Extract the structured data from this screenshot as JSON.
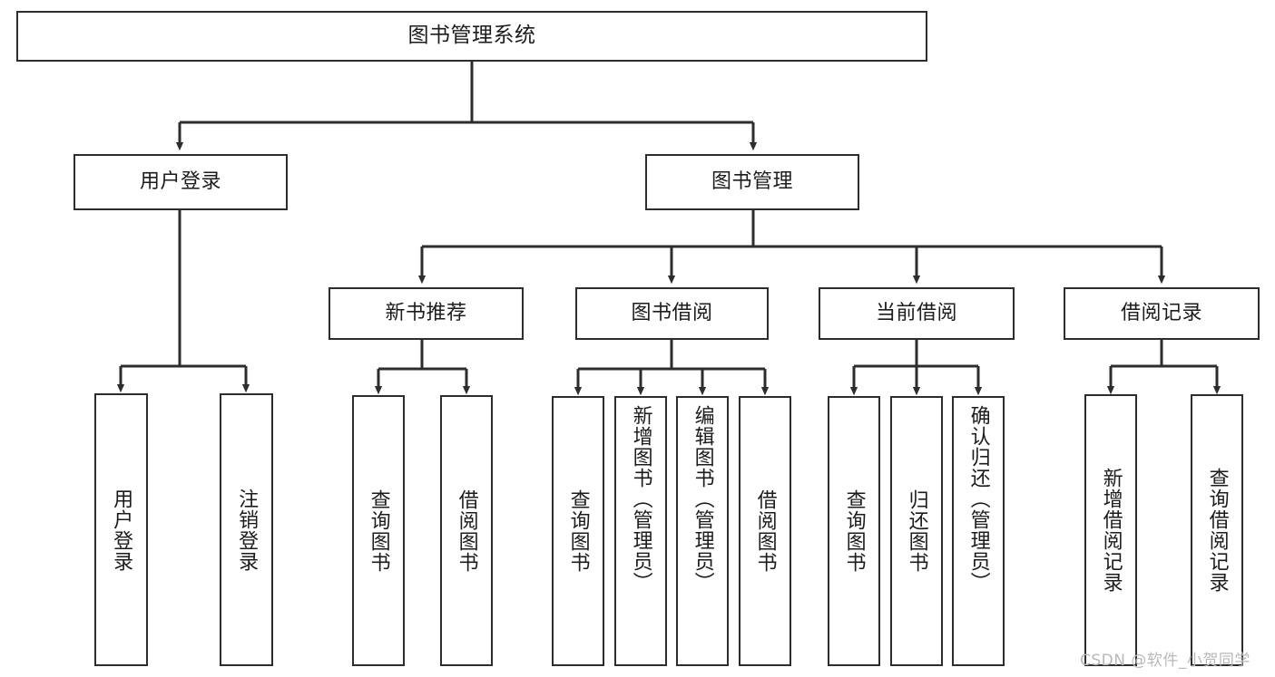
{
  "diagram": {
    "title": "图书管理系统",
    "type": "tree-hierarchy-chart",
    "colors": {
      "stroke": "#2d2d2d",
      "fill": "#ffffff",
      "text": "#1c1c1c",
      "watermark": "#b9b9b9"
    },
    "levels": {
      "root": {
        "label": "图书管理系统"
      },
      "level2": [
        {
          "label": "用户登录"
        },
        {
          "label": "图书管理"
        }
      ],
      "level3": [
        {
          "label": "新书推荐"
        },
        {
          "label": "图书借阅"
        },
        {
          "label": "当前借阅"
        },
        {
          "label": "借阅记录"
        }
      ],
      "leaves": {
        "user_login": [
          {
            "label": "用户登录"
          },
          {
            "label": "注销登录"
          }
        ],
        "new_book_recommend": [
          {
            "label": "查询图书"
          },
          {
            "label": "借阅图书"
          }
        ],
        "book_borrow": [
          {
            "label": "查询图书"
          },
          {
            "label": "新增图书（管理员）"
          },
          {
            "label": "编辑图书（管理员）"
          },
          {
            "label": "借阅图书"
          }
        ],
        "current_borrow": [
          {
            "label": "查询图书"
          },
          {
            "label": "归还图书"
          },
          {
            "label": "确认归还（管理员）"
          }
        ],
        "borrow_record": [
          {
            "label": "新增借阅记录"
          },
          {
            "label": "查询借阅记录"
          }
        ]
      }
    },
    "watermark": "CSDN @软件_小贺同学"
  }
}
